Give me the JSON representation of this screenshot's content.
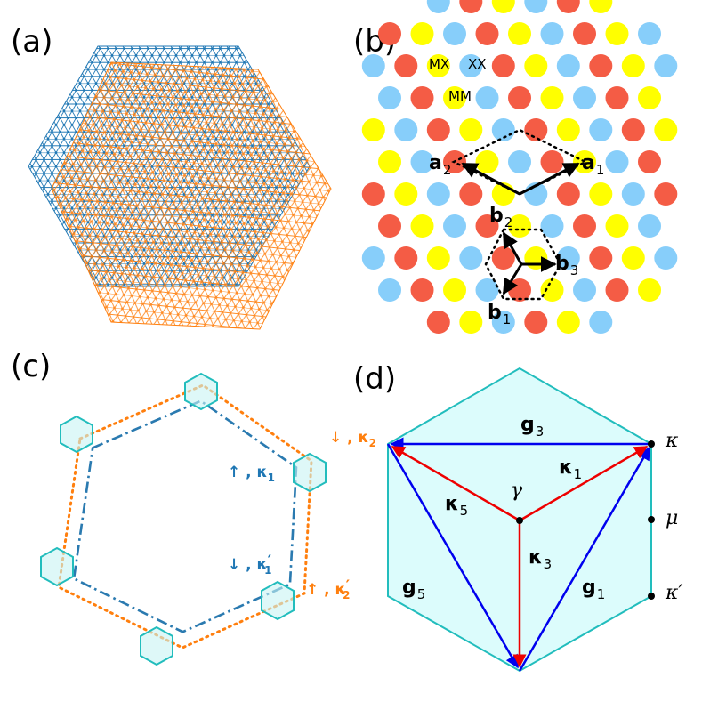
{
  "panels": {
    "a": {
      "label": "(a)"
    },
    "b": {
      "label": "(b)",
      "stacking": {
        "mx": "MX",
        "xx": "XX",
        "mm": "MM"
      },
      "vectors": {
        "a1": {
          "base": "a",
          "sub": "1"
        },
        "a2": {
          "base": "a",
          "sub": "2"
        },
        "b1": {
          "base": "b",
          "sub": "1"
        },
        "b2": {
          "base": "b",
          "sub": "2"
        },
        "b3": {
          "base": "b",
          "sub": "3"
        }
      }
    },
    "c": {
      "label": "(c)",
      "valleys": {
        "k2": {
          "arrow": "↓",
          "sep": " , ",
          "base": "κ",
          "sub": "2",
          "prime": ""
        },
        "k1": {
          "arrow": "↑",
          "sep": " , ",
          "base": "κ",
          "sub": "1",
          "prime": ""
        },
        "k1p": {
          "arrow": "↓",
          "sep": " , ",
          "base": "κ",
          "sub": "1",
          "prime": "′"
        },
        "k2p": {
          "arrow": "↑",
          "sep": " , ",
          "base": "κ",
          "sub": "2",
          "prime": "′"
        }
      }
    },
    "d": {
      "label": "(d)",
      "g3": {
        "base": "g",
        "sub": "3"
      },
      "g5": {
        "base": "g",
        "sub": "5"
      },
      "g1": {
        "base": "g",
        "sub": "1"
      },
      "k1": {
        "base": "κ",
        "sub": "1"
      },
      "k5": {
        "base": "κ",
        "sub": "5"
      },
      "k3": {
        "base": "κ",
        "sub": "3"
      },
      "gamma": "γ",
      "kappa": "κ",
      "mu": "μ",
      "kappa_prime": "κ′"
    }
  },
  "colors": {
    "blue_lattice": "#1f77b4",
    "orange_lattice": "#ff7f0e",
    "mx_site": "#87cefa",
    "xx_site": "#ffff00",
    "mm_site": "#f45c45",
    "bz_fill": "#dcfcfc",
    "bz_edge": "#22bdbd",
    "g_arrow": "#0000ee",
    "k_arrow": "#ee0000"
  }
}
